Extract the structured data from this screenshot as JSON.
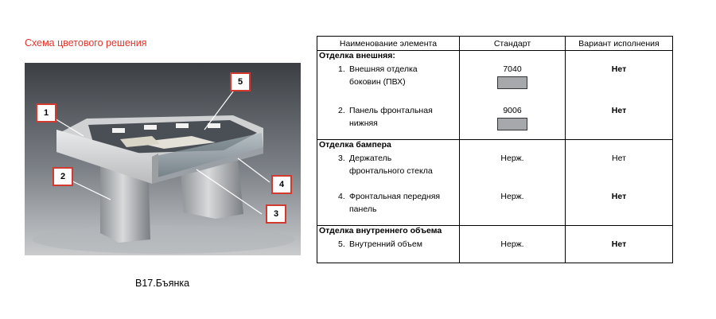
{
  "heading": "Схема цветового решения",
  "caption": "В17.Бъянка",
  "callouts": [
    "1",
    "2",
    "3",
    "4",
    "5"
  ],
  "table": {
    "headers": [
      "Наименование элемента",
      "Стандарт",
      "Вариант исполнения"
    ],
    "sections": [
      {
        "title": "Отделка внешняя:",
        "items": [
          {
            "num": "1.",
            "text": "Внешняя отделка боковин (ПВХ)",
            "standard": "7040",
            "swatch": "#a6a8ab",
            "variant": "Нет"
          },
          {
            "num": "2.",
            "text": "Панель фронтальная нижняя",
            "standard": "9006",
            "swatch": "#a6a8ab",
            "variant": "Нет"
          }
        ]
      },
      {
        "title": "Отделка бампера",
        "items": [
          {
            "num": "3.",
            "text": "Держатель фронтального стекла",
            "standard": "Нерж.",
            "variant": "Нет"
          },
          {
            "num": "4.",
            "text": "Фронтальная передняя панель",
            "standard": "Нерж.",
            "variant": "Нет"
          }
        ]
      },
      {
        "title": "Отделка внутреннего объема",
        "items": [
          {
            "num": "5.",
            "text": "Внутренний объем",
            "standard": "Нерж.",
            "variant": "Нет"
          }
        ]
      }
    ]
  }
}
